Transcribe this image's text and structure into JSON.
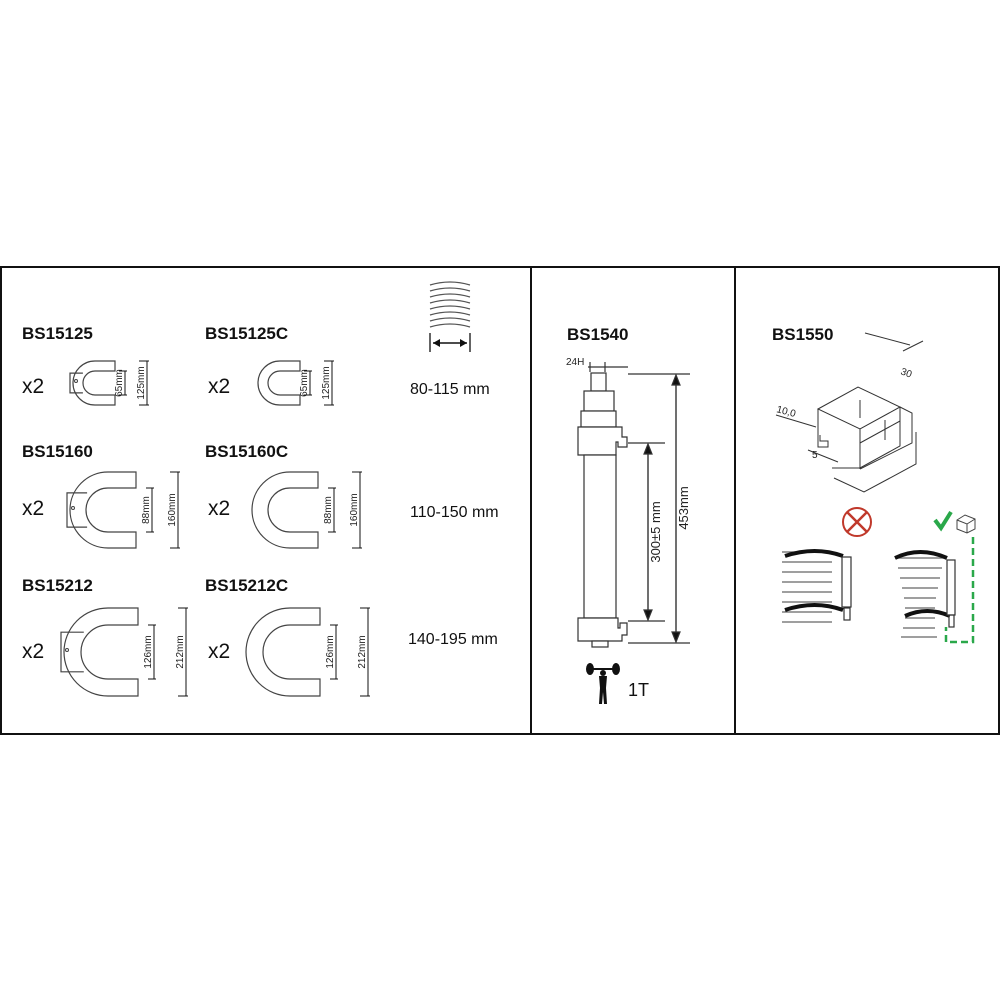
{
  "panels": {
    "clamps": {
      "rows": [
        {
          "range": "80-115 mm",
          "items": [
            {
              "code": "BS15125",
              "qty": "x2",
              "inner": "65mm",
              "outer": "125mm"
            },
            {
              "code": "BS15125C",
              "qty": "x2",
              "inner": "65mm",
              "outer": "125mm"
            }
          ]
        },
        {
          "range": "110-150 mm",
          "items": [
            {
              "code": "BS15160",
              "qty": "x2",
              "inner": "88mm",
              "outer": "160mm"
            },
            {
              "code": "BS15160C",
              "qty": "x2",
              "inner": "88mm",
              "outer": "160mm"
            }
          ]
        },
        {
          "range": "140-195 mm",
          "items": [
            {
              "code": "BS15212",
              "qty": "x2",
              "inner": "126mm",
              "outer": "212mm"
            },
            {
              "code": "BS15212C",
              "qty": "x2",
              "inner": "126mm",
              "outer": "212mm"
            }
          ]
        }
      ]
    },
    "spindle": {
      "code": "BS1540",
      "hex": "24H",
      "stroke": "300±5 mm",
      "length": "453mm",
      "capacity": "1T"
    },
    "block": {
      "code": "BS1550",
      "dim_a": "30",
      "dim_b": "10,0",
      "dim_c": "5",
      "check_color": "#2aa84a",
      "forbid_color": "#c0392b"
    }
  }
}
